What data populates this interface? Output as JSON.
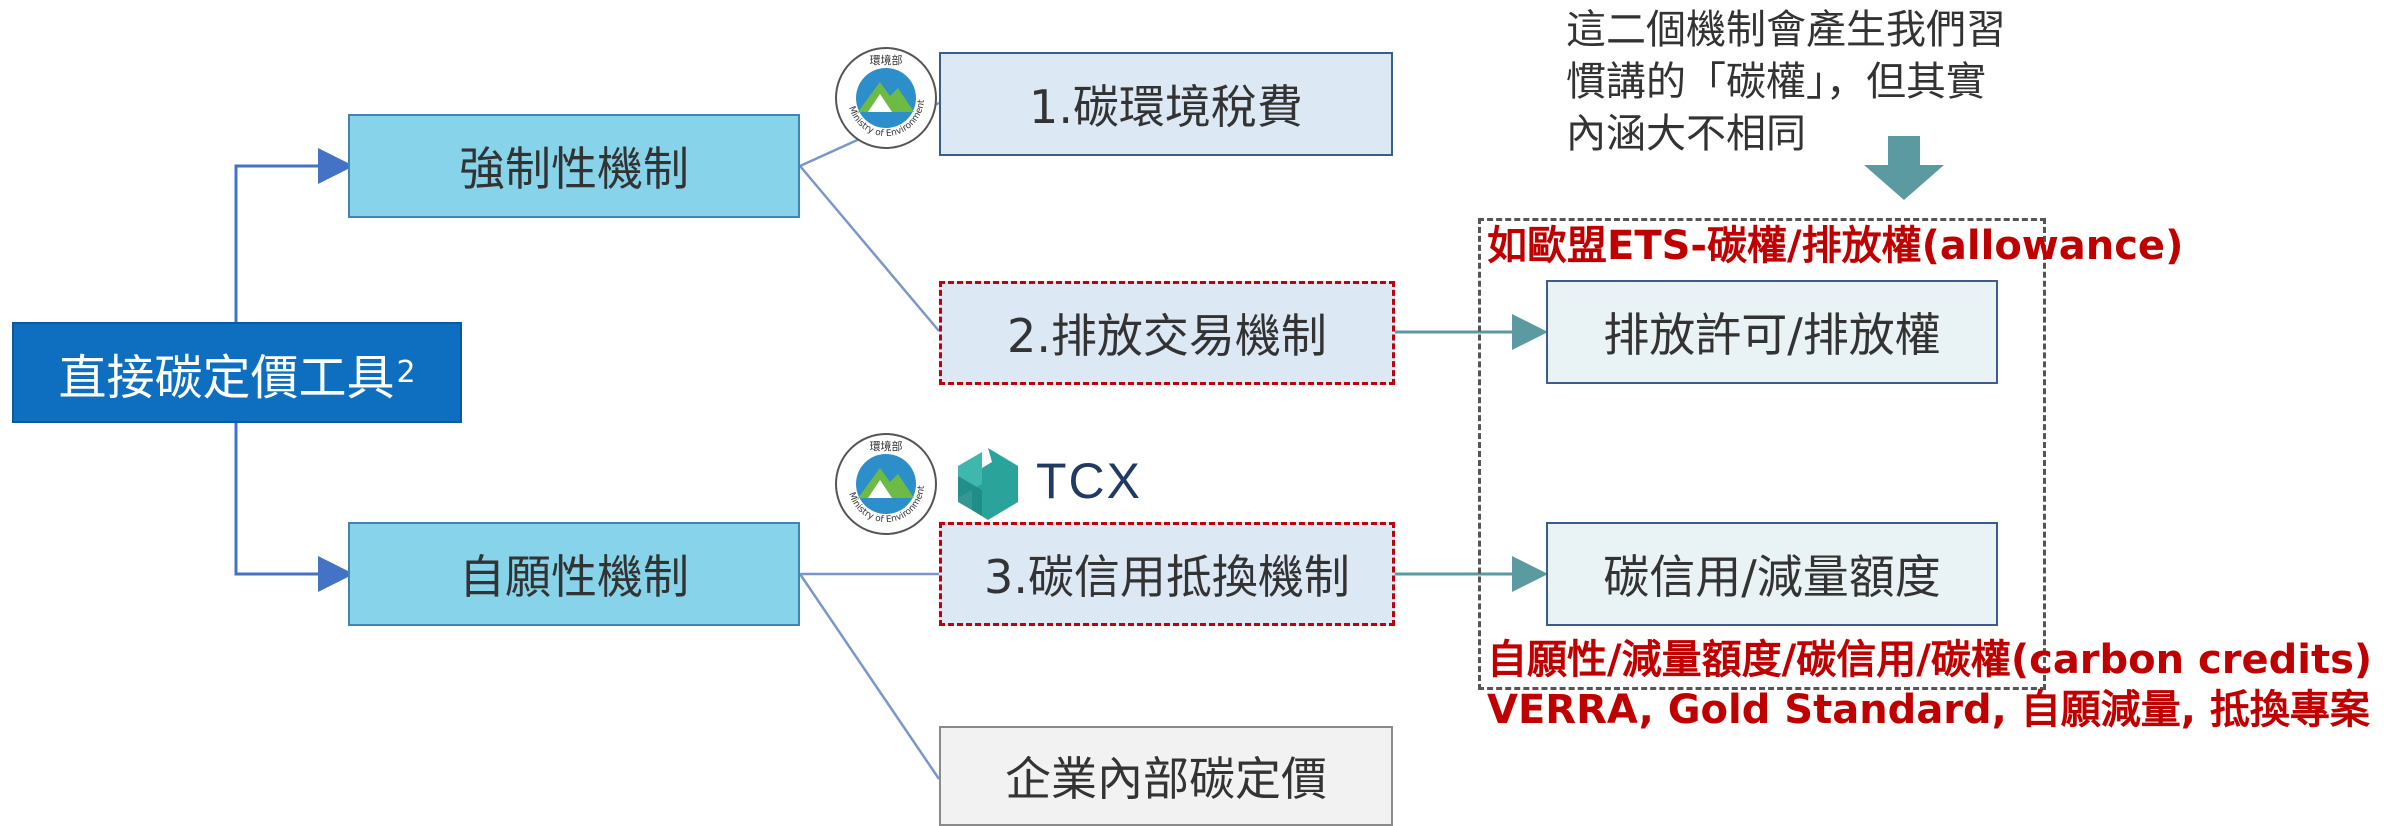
{
  "root": {
    "label": "直接碳定價工具",
    "superscript": "2"
  },
  "mechanisms": {
    "mandatory": "強制性機制",
    "voluntary": "自願性機制"
  },
  "instruments": {
    "carbon_tax": "1.碳環境稅費",
    "ets": "2.排放交易機制",
    "offset": "3.碳信用抵換機制",
    "internal": "企業內部碳定價"
  },
  "outcomes": {
    "allowance": "排放許可/排放權",
    "credit": "碳信用/減量額度"
  },
  "note": {
    "line1": "這二個機制會產生我們習",
    "line2": "慣講的「碳權」，但其實",
    "line3": "內涵大不相同"
  },
  "red_labels": {
    "allowance": "如歐盟ETS-碳權/排放權(allowance)",
    "credits_line1": "自願性/減量額度/碳信用/碳權(carbon credits)",
    "credits_line2": "VERRA, Gold Standard, 自願減量, 抵換專案"
  },
  "logos": {
    "moenv_text_top": "環境部",
    "moenv_text_ring": "Ministry of Environment",
    "tcx": "TCX"
  },
  "colors": {
    "root": "#0e6fc1",
    "mechanism": "#87d3ea",
    "instrument": "#dce9f5",
    "highlight_border": "#c0000b",
    "arrow_teal": "#5b9aa0",
    "red_text": "#c00000"
  }
}
